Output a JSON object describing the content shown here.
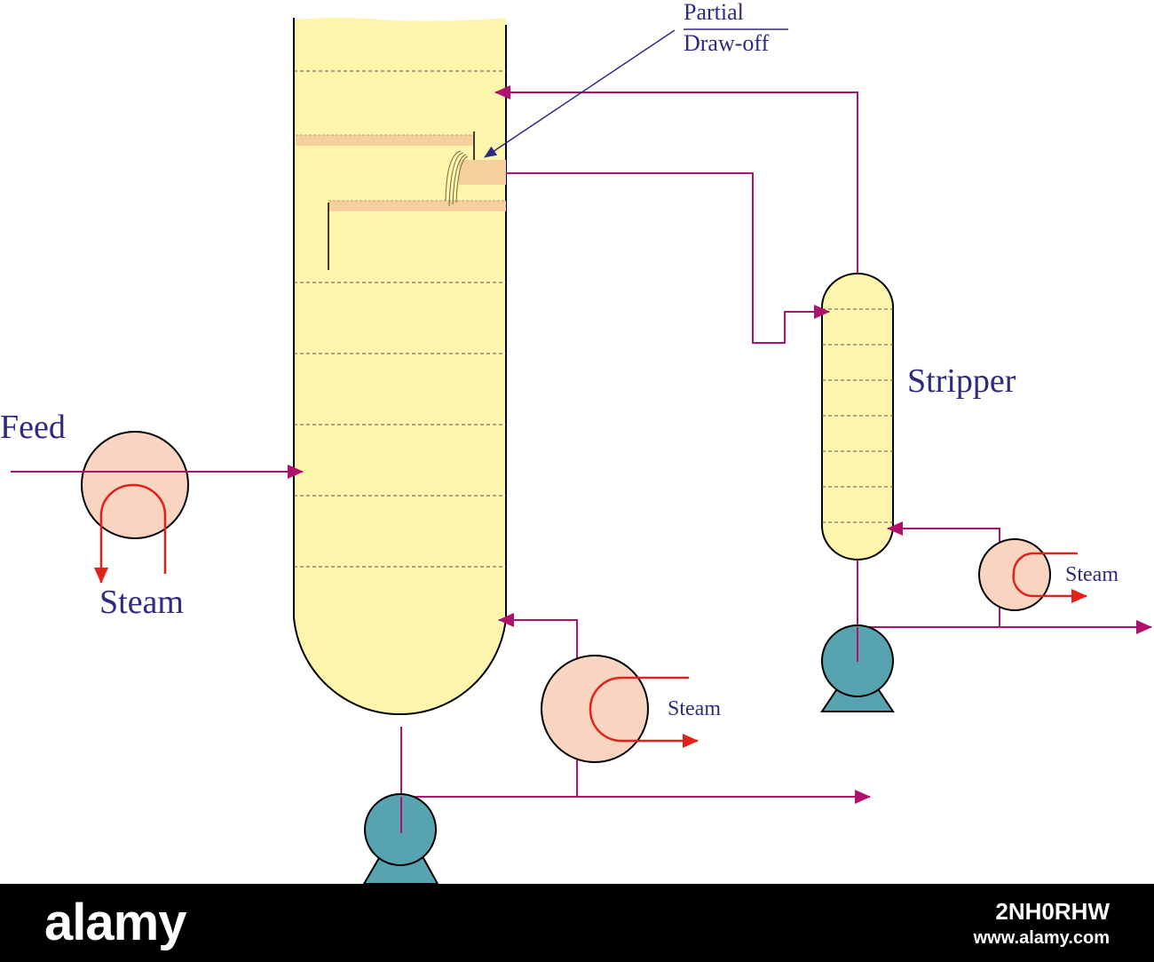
{
  "labels": {
    "partial_line1": "Partial",
    "partial_line2": "Draw-off",
    "feed": "Feed",
    "steam_feed": "Steam",
    "stripper": "Stripper",
    "steam_stripper": "Steam",
    "steam_main": "Steam"
  },
  "footer": {
    "brand": "alamy",
    "image_id": "2NH0RHW",
    "site": "www.alamy.com"
  },
  "colors": {
    "column_fill": "#fdf5ac",
    "tray_fill": "#f5cf9c",
    "heater_fill": "#f9d4c0",
    "pump_fill": "#57a3b0",
    "process_line": "#b0106e",
    "steam_line": "#e3201b",
    "label_text": "#2e2a82"
  }
}
